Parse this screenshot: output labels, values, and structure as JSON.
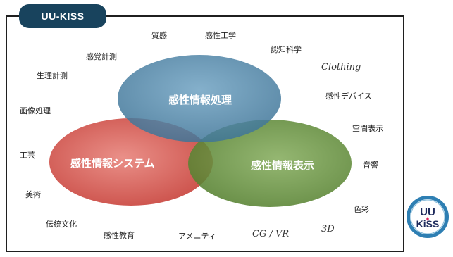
{
  "header": {
    "tag_label": "UU-KISS"
  },
  "venn": {
    "circles": [
      {
        "id": "top",
        "label": "感性情報処理",
        "color": "#4f84a6"
      },
      {
        "id": "left",
        "label": "感性情報システム",
        "color": "#d4534b"
      },
      {
        "id": "right",
        "label": "感性情報表示",
        "color": "#5f8a3a"
      }
    ]
  },
  "keywords": {
    "shitsukan": "質感",
    "kansei_kogaku": "感性工学",
    "ninchi_kagaku": "認知科学",
    "kankaku_keisoku": "感覚計測",
    "clothing": "Clothing",
    "seiri_keisoku": "生理計測",
    "kansei_device": "感性デバイス",
    "gazou_shori": "画像処理",
    "kuukan_hyouji": "空間表示",
    "kougei": "工芸",
    "onkyou": "音響",
    "bijutsu": "美術",
    "shikisai": "色彩",
    "dentou_bunka": "伝統文化",
    "kansei_kyouiku": "感性教育",
    "amenity": "アメニティ",
    "cg_vr": "CG / VR",
    "three_d": "3D"
  },
  "logo": {
    "line1": "UU",
    "line2": "KiSS"
  }
}
